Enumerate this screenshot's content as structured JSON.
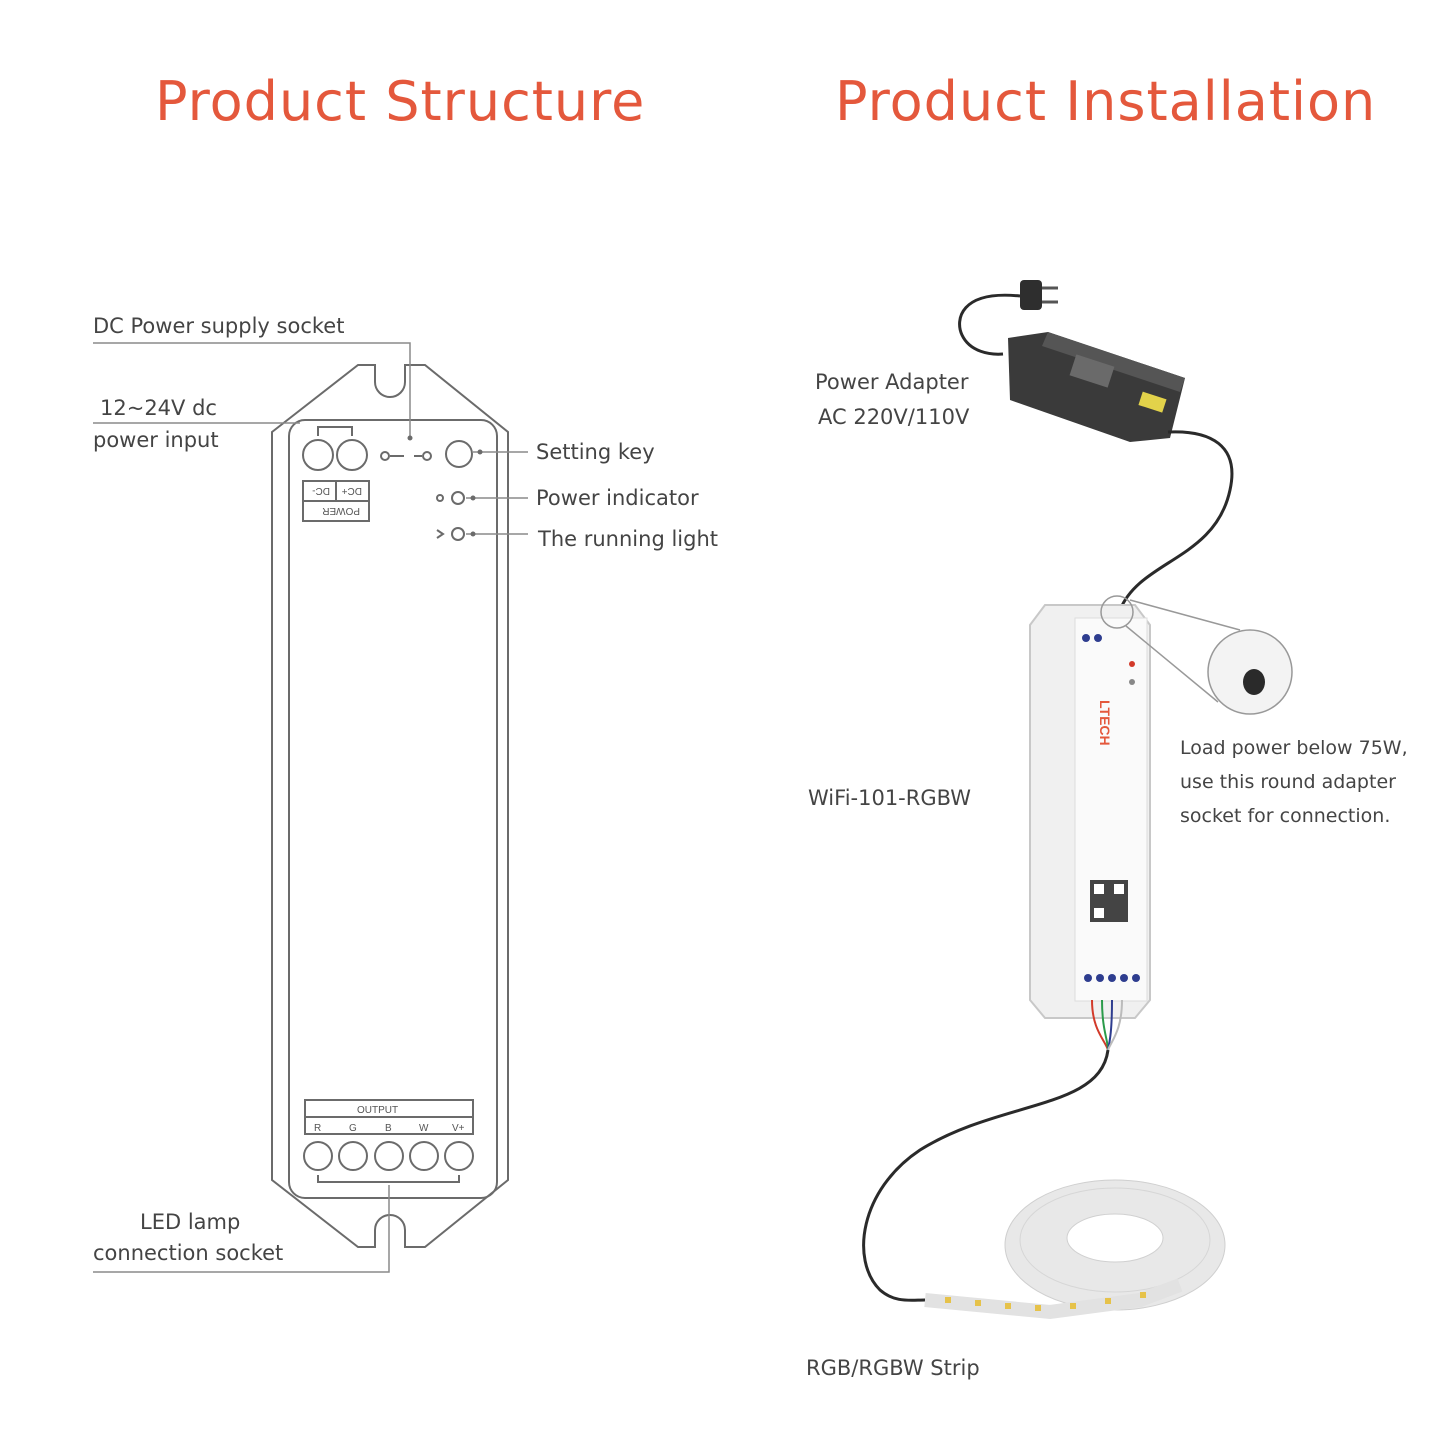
{
  "titles": {
    "structure": "Product Structure",
    "installation": "Product Installation"
  },
  "structure": {
    "dc_socket": "DC Power supply socket",
    "power_input_1": "12~24V dc",
    "power_input_2": "power input",
    "setting_key": "Setting key",
    "power_indicator": "Power indicator",
    "running_light": "The running light",
    "led_socket_1": "LED lamp",
    "led_socket_2": "connection socket",
    "power_block_labels": [
      "DC-",
      "DC+"
    ],
    "power_block_caption": "POWER",
    "output_caption": "OUTPUT",
    "output_terminals": [
      "R",
      "G",
      "B",
      "W",
      "V+"
    ]
  },
  "installation": {
    "adapter_1": "Power Adapter",
    "adapter_2": "AC 220V/110V",
    "controller": "WiFi-101-RGBW",
    "note_1": "Load power below 75W,",
    "note_2": "use this round adapter",
    "note_3": "socket for connection.",
    "strip": "RGB/RGBW Strip",
    "brand": "LTECH"
  },
  "colors": {
    "title": "#e4583c",
    "line": "#6b6b6b",
    "text": "#444444"
  }
}
